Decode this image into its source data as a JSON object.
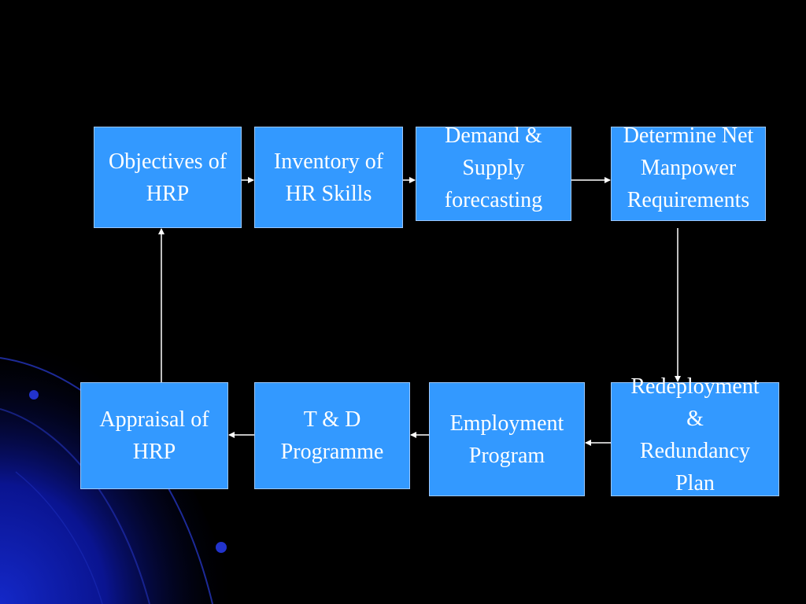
{
  "diagram": {
    "boxes": {
      "objectives": "Objectives of\nHRP",
      "inventory": "Inventory of\nHR Skills",
      "demand": "Demand &\nSupply\nforecasting",
      "determine": "Determine Net\nManpower\nRequirements",
      "redeployment": "Redeployment\n&\nRedundancy\nPlan",
      "employment": "Employment\nProgram",
      "td": "T & D\nProgramme",
      "appraisal": "Appraisal of\nHRP"
    },
    "edges": [
      {
        "from": "objectives",
        "to": "inventory"
      },
      {
        "from": "inventory",
        "to": "demand"
      },
      {
        "from": "demand",
        "to": "determine"
      },
      {
        "from": "determine",
        "to": "redeployment"
      },
      {
        "from": "redeployment",
        "to": "employment"
      },
      {
        "from": "employment",
        "to": "td"
      },
      {
        "from": "td",
        "to": "appraisal"
      },
      {
        "from": "appraisal",
        "to": "objectives"
      }
    ]
  },
  "colors": {
    "background": "#000000",
    "box_fill": "#3399ff",
    "box_text": "#ffffff",
    "arrow": "#ffffff",
    "decor_blue": "#0a1a9e"
  }
}
